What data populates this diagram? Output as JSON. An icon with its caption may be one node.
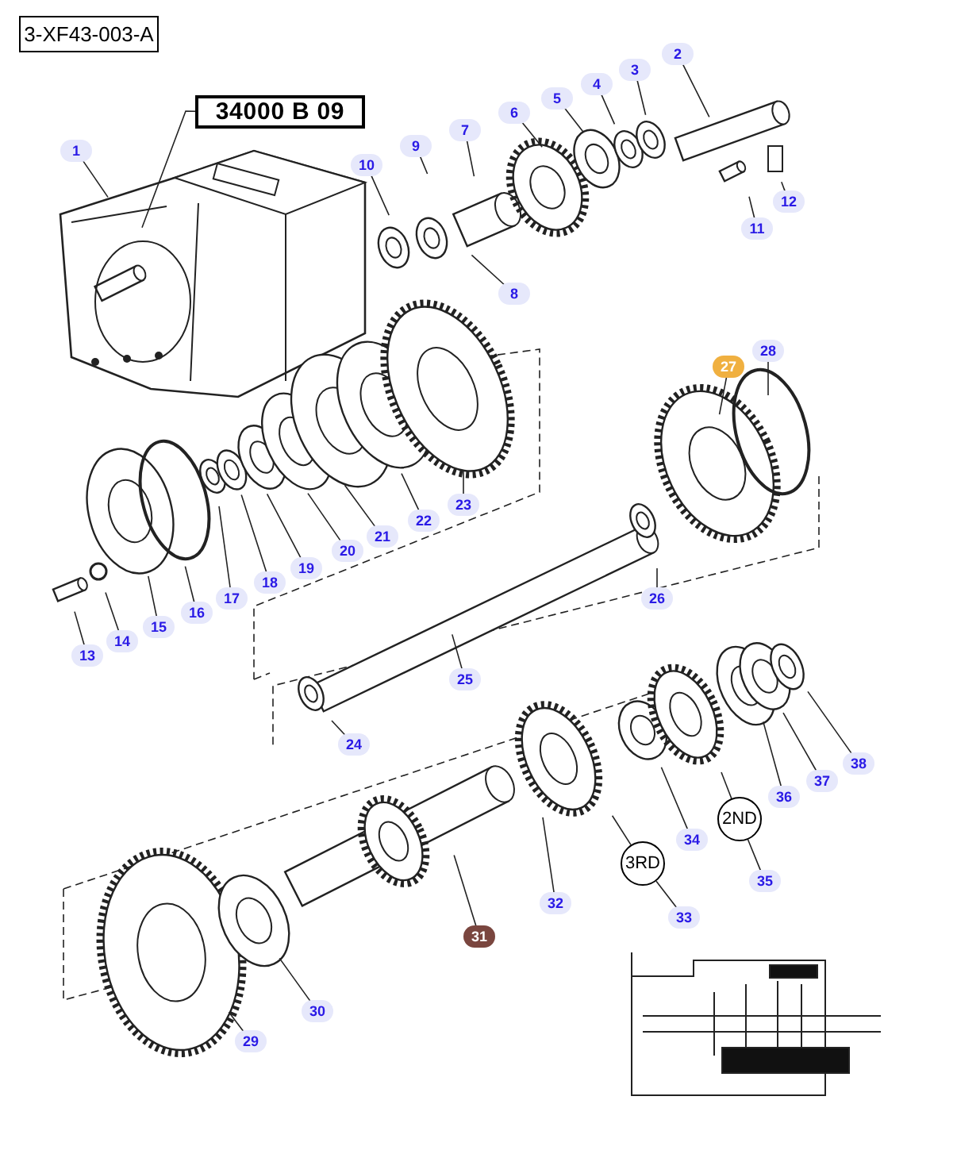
{
  "diagram": {
    "nodes": [
      {
        "text": [
          "3-XF43-003-A"
        ]
      },
      {
        "text": [
          "34000 B 09"
        ]
      },
      {
        "text": [
          "1"
        ]
      },
      {
        "text": [
          "2"
        ]
      },
      {
        "text": [
          "3"
        ]
      },
      {
        "text": [
          "4"
        ]
      },
      {
        "text": [
          "5"
        ]
      },
      {
        "text": [
          "6"
        ]
      },
      {
        "text": [
          "7"
        ]
      },
      {
        "text": [
          "8"
        ]
      },
      {
        "text": [
          "9"
        ]
      },
      {
        "text": [
          "10"
        ]
      },
      {
        "text": [
          "11"
        ]
      },
      {
        "text": [
          "12"
        ]
      },
      {
        "text": [
          "13"
        ]
      },
      {
        "text": [
          "14"
        ]
      },
      {
        "text": [
          "15"
        ]
      },
      {
        "text": [
          "16"
        ]
      },
      {
        "text": [
          "17"
        ]
      },
      {
        "text": [
          "18"
        ]
      },
      {
        "text": [
          "19"
        ]
      },
      {
        "text": [
          "20"
        ]
      },
      {
        "text": [
          "21"
        ]
      },
      {
        "text": [
          "22"
        ]
      },
      {
        "text": [
          "23"
        ]
      },
      {
        "text": [
          "24"
        ]
      },
      {
        "text": [
          "25"
        ]
      },
      {
        "text": [
          "26"
        ]
      },
      {
        "text": [
          "27"
        ]
      },
      {
        "text": [
          "28"
        ]
      },
      {
        "text": [
          "29"
        ]
      },
      {
        "text": [
          "30"
        ]
      },
      {
        "text": [
          "31"
        ]
      },
      {
        "text": [
          "32"
        ]
      },
      {
        "text": [
          "33"
        ]
      },
      {
        "text": [
          "34"
        ]
      },
      {
        "text": [
          "35"
        ]
      },
      {
        "text": [
          "36"
        ]
      },
      {
        "text": [
          "37"
        ]
      },
      {
        "text": [
          "38"
        ]
      },
      {
        "text": [
          "3RD"
        ]
      },
      {
        "text": [
          "2ND"
        ]
      }
    ],
    "edges": [
      {
        "from": 1,
        "to": null,
        "arrow": "none"
      },
      {
        "from": 2,
        "to": null,
        "arrow": "none"
      },
      {
        "from": 3,
        "to": null,
        "arrow": "none"
      },
      {
        "from": 4,
        "to": null,
        "arrow": "none"
      },
      {
        "from": 5,
        "to": null,
        "arrow": "none"
      },
      {
        "from": 6,
        "to": null,
        "arrow": "none"
      },
      {
        "from": 7,
        "to": null,
        "arrow": "none"
      },
      {
        "from": 8,
        "to": null,
        "arrow": "none"
      },
      {
        "from": 9,
        "to": null,
        "arrow": "none"
      },
      {
        "from": 10,
        "to": null,
        "arrow": "none"
      },
      {
        "from": 11,
        "to": null,
        "arrow": "none"
      },
      {
        "from": 12,
        "to": null,
        "arrow": "none"
      },
      {
        "from": 13,
        "to": null,
        "arrow": "none"
      },
      {
        "from": 14,
        "to": null,
        "arrow": "none"
      },
      {
        "from": 15,
        "to": null,
        "arrow": "none"
      },
      {
        "from": 16,
        "to": null,
        "arrow": "none"
      },
      {
        "from": 17,
        "to": null,
        "arrow": "none"
      },
      {
        "from": 18,
        "to": null,
        "arrow": "none"
      },
      {
        "from": 19,
        "to": null,
        "arrow": "none"
      },
      {
        "from": 20,
        "to": null,
        "arrow": "none"
      },
      {
        "from": 21,
        "to": null,
        "arrow": "none"
      },
      {
        "from": 22,
        "to": null,
        "arrow": "none"
      },
      {
        "from": 23,
        "to": null,
        "arrow": "none"
      },
      {
        "from": 24,
        "to": null,
        "arrow": "none"
      },
      {
        "from": 25,
        "to": null,
        "arrow": "none"
      },
      {
        "from": 26,
        "to": null,
        "arrow": "none"
      },
      {
        "from": 27,
        "to": null,
        "arrow": "none"
      },
      {
        "from": 28,
        "to": null,
        "arrow": "none"
      },
      {
        "from": 29,
        "to": null,
        "arrow": "none"
      },
      {
        "from": 30,
        "to": null,
        "arrow": "none"
      },
      {
        "from": 31,
        "to": null,
        "arrow": "none"
      },
      {
        "from": 32,
        "to": null,
        "arrow": "none"
      },
      {
        "from": 33,
        "to": null,
        "arrow": "none"
      },
      {
        "from": 34,
        "to": 40,
        "arrow": "none"
      },
      {
        "from": 35,
        "to": null,
        "arrow": "none"
      },
      {
        "from": 36,
        "to": 41,
        "arrow": "none"
      },
      {
        "from": 37,
        "to": null,
        "arrow": "none"
      },
      {
        "from": 38,
        "to": null,
        "arrow": "none"
      },
      {
        "from": 39,
        "to": null,
        "arrow": "none"
      },
      {
        "from": 40,
        "to": null,
        "arrow": "none"
      },
      {
        "from": 41,
        "to": null,
        "arrow": "none"
      }
    ]
  }
}
